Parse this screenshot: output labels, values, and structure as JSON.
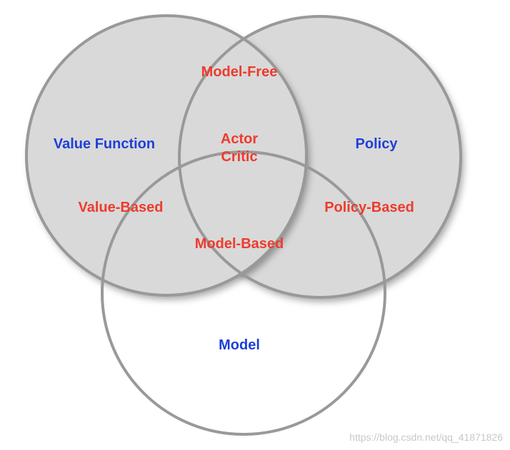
{
  "colors": {
    "set_fill": "#d9d9d9",
    "outline": "#999999",
    "set_label": "#1f3fd8",
    "approach_label": "#ee3b2d",
    "watermark": "#c8c8c8",
    "background": "#ffffff"
  },
  "sets": {
    "value_function": "Value Function",
    "policy": "Policy",
    "model": "Model"
  },
  "regions": {
    "model_free": "Model-Free",
    "actor_critic_line1": "Actor",
    "actor_critic_line2": "Critic",
    "value_based": "Value-Based",
    "policy_based": "Policy-Based",
    "model_based": "Model-Based"
  },
  "watermark": "https://blog.csdn.net/qq_41871826"
}
